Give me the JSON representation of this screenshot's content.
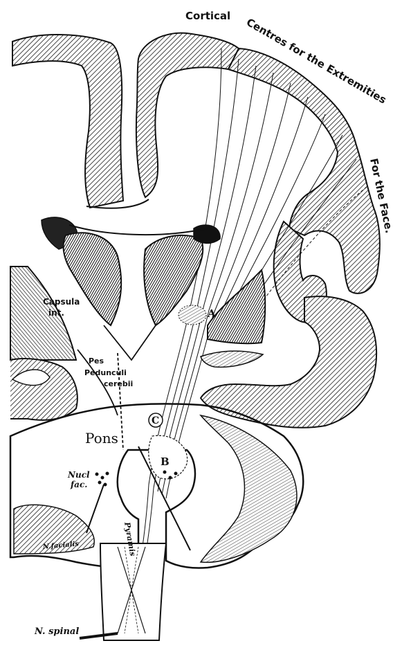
{
  "labels": {
    "cortical": "Cortical",
    "centres": "Centres for the Extremities",
    "for_the_face": "For the Face.",
    "capsula": "Capsula",
    "int": "int.",
    "pes": "Pes",
    "pedunculi": "Pedunculi",
    "cerebii": "cerebii",
    "pons": "Pons",
    "a": "A",
    "b": "B",
    "c": "C",
    "nucl": "Nucl",
    "fac": "fac.",
    "n_facialis": "N.facialis",
    "pyramis": "Pyramis",
    "n_spinal": "N. spinal"
  },
  "colors": {
    "ink": "#111111",
    "paper": "#ffffff",
    "hatch": "#1a1a1a"
  }
}
